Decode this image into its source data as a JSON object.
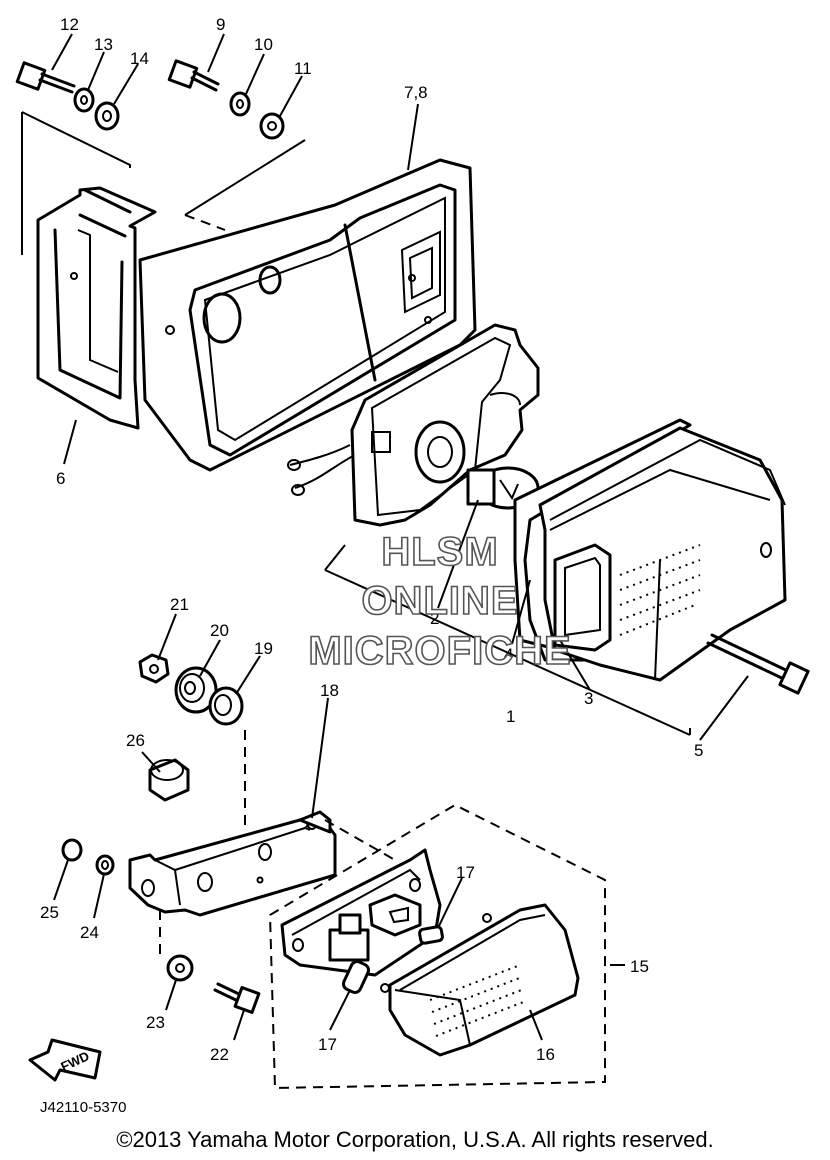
{
  "diagram": {
    "callouts": {
      "c12": "12",
      "c13": "13",
      "c14": "14",
      "c9": "9",
      "c10": "10",
      "c11": "11",
      "c78": "7,8",
      "c6": "6",
      "c2": "2",
      "c4": "4",
      "c1": "1",
      "c3": "3",
      "c5": "5",
      "c21": "21",
      "c20": "20",
      "c19": "19",
      "c18": "18",
      "c26": "26",
      "c25": "25",
      "c24": "24",
      "c23": "23",
      "c22": "22",
      "c17a": "17",
      "c17b": "17",
      "c16": "16",
      "c15": "15"
    },
    "fwd_label": "FWD",
    "watermark": [
      "HLSM",
      "ONLINE",
      "MICROFICHE"
    ],
    "part_code": "J42110-5370",
    "copyright": "©2013 Yamaha Motor Corporation, U.S.A. All rights reserved."
  }
}
